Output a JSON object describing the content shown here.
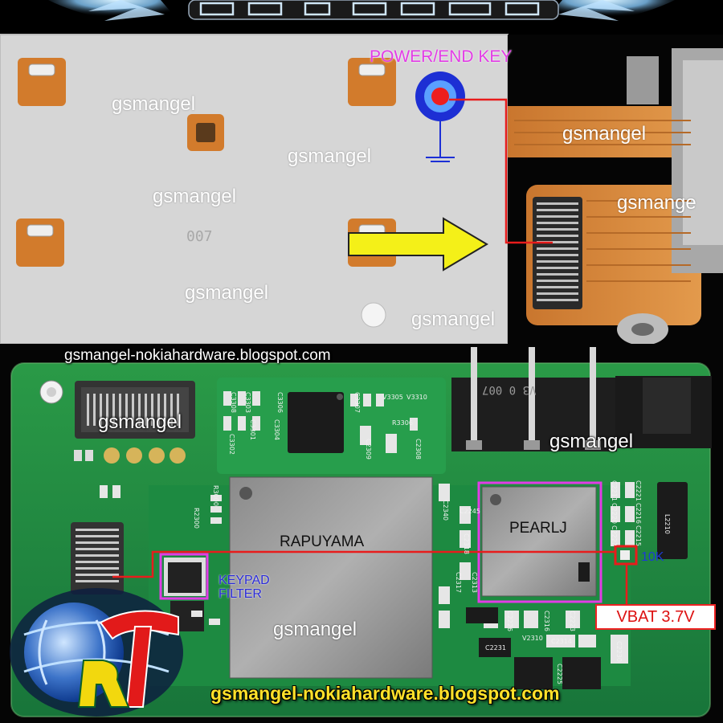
{
  "labels": {
    "power_key": "POWER/END KEY",
    "watermark": "gsmangel",
    "watermark_cut": "gsmange",
    "blog_url_top": "gsmangel-nokiahardware.blogspot.com",
    "blog_url_bottom": "gsmangel-nokiahardware.blogspot.com",
    "chip_rapuyama": "RAPUYAMA",
    "chip_pearlj": "PEARLJ",
    "keypad_filter_line1": "KEYPAD",
    "keypad_filter_line2": "FILTER",
    "resistor": "10K",
    "vbat": "VBAT 3.7V",
    "logo_letters": "GRT"
  },
  "board_marks": {
    "keypad_print": "007",
    "battery_print": "V3 0 007",
    "refs": [
      "C3303",
      "C3306",
      "C3307",
      "V3305",
      "V3310",
      "R3306",
      "C3302",
      "C3301",
      "C3304",
      "C2308",
      "C2309",
      "C2340",
      "C2245",
      "C2318",
      "C2317",
      "C2313",
      "C2230",
      "C2231",
      "C2314",
      "V2310",
      "C2316",
      "R2300",
      "C2211",
      "C2216",
      "C2215",
      "C2220",
      "C2221",
      "C2222",
      "C2223",
      "C2226",
      "C2225",
      "L2210",
      "R3000",
      "C3308"
    ]
  },
  "colors": {
    "flex": "#d9863a",
    "pcb": "#1f8a3f",
    "highlight_box": "#e23ce6",
    "trace": "#e81c1c",
    "arrow": "#f4f018",
    "url_yellow": "#ffe22a",
    "ground_symbol": "#1c2fd6"
  },
  "icons": [
    "power-key-symbol-icon",
    "ground-symbol-icon",
    "yellow-arrow-icon",
    "grt-logo-icon",
    "winged-banner-logo"
  ]
}
